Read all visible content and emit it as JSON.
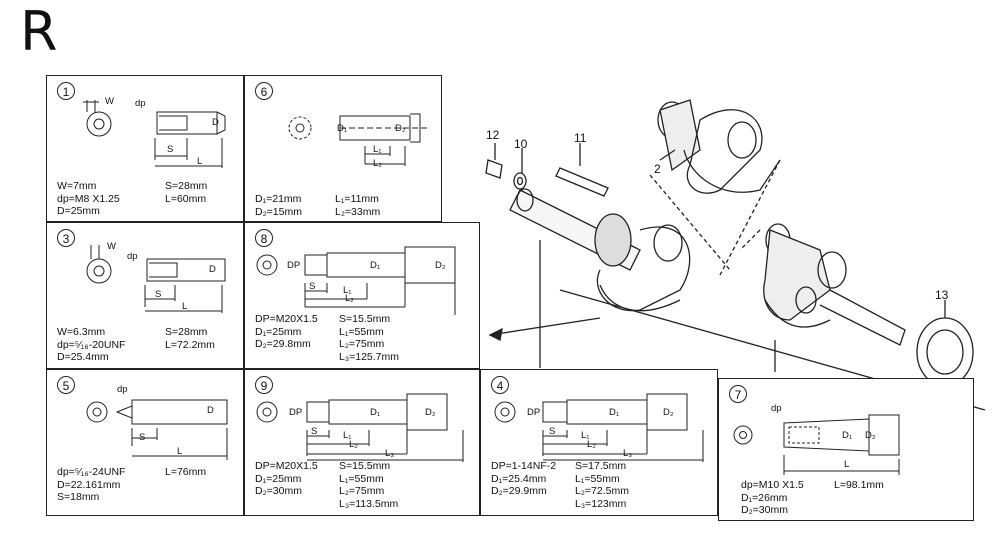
{
  "section_letter": "R",
  "panels": {
    "p1": {
      "number": "1",
      "w": "W",
      "dp": "dp",
      "d": "D",
      "s": "S",
      "l": "L",
      "specs": [
        "W=7mm",
        "dp=M8 X1.25",
        "D=25mm"
      ],
      "specs2": [
        "S=28mm",
        "L=60mm"
      ]
    },
    "p6": {
      "number": "6",
      "d1": "D₁",
      "d2": "D₂",
      "l1": "L₁",
      "l2": "L₂",
      "specs": [
        "D₁=21mm",
        "D₂=15mm"
      ],
      "specs2": [
        "L₁=11mm",
        "L₂=33mm"
      ]
    },
    "p3": {
      "number": "3",
      "w": "W",
      "dp": "dp",
      "d": "D",
      "s": "S",
      "l": "L",
      "specs": [
        "W=6.3mm",
        "dp=⁵⁄₁₆-20UNF",
        "D=25.4mm"
      ],
      "specs2": [
        "S=28mm",
        "L=72.2mm"
      ]
    },
    "p8": {
      "number": "8",
      "dp": "DP",
      "s": "S",
      "d1": "D₁",
      "d2": "D₂",
      "l1": "L₁",
      "l2": "L₂",
      "specs": [
        "DP=M20X1.5",
        "D₁=25mm",
        "D₂=29.8mm"
      ],
      "specs2": [
        "S=15.5mm",
        "L₁=55mm",
        "L₂=75mm",
        "L₃=125.7mm"
      ]
    },
    "p5": {
      "number": "5",
      "dp": "dp",
      "d": "D",
      "s": "S",
      "l": "L",
      "specs": [
        "dp=⁵⁄₁₆-24UNF",
        "D=22.161mm",
        "S=18mm"
      ],
      "specs2": [
        "L=76mm"
      ]
    },
    "p9": {
      "number": "9",
      "dp": "DP",
      "s": "S",
      "d1": "D₁",
      "d2": "D₂",
      "l1": "L₁",
      "l2": "L₂",
      "l3": "L₃",
      "specs": [
        "DP=M20X1.5",
        "D₁=25mm",
        "D₂=30mm"
      ],
      "specs2": [
        "S=15.5mm",
        "L₁=55mm",
        "L₂=75mm",
        "L₃=113.5mm"
      ]
    },
    "p4": {
      "number": "4",
      "dp": "DP",
      "s": "S",
      "d1": "D₁",
      "d2": "D₂",
      "l1": "L₁",
      "l2": "L₂",
      "l3": "L₃",
      "specs": [
        "DP=1-14NF-2",
        "D₁=25.4mm",
        "D₂=29.9mm"
      ],
      "specs2": [
        "S=17.5mm",
        "L₁=55mm",
        "L₂=72.5mm",
        "L₃=123mm"
      ]
    },
    "p7": {
      "number": "7",
      "dp": "dp",
      "d1": "D₁",
      "d2": "D₂",
      "l": "L",
      "specs": [
        "dp=M10 X1.5",
        "D₁=26mm",
        "D₂=30mm"
      ],
      "specs2": [
        "L=98.1mm"
      ]
    }
  },
  "callouts": {
    "c12": "12",
    "c10": "10",
    "c11": "11",
    "c2": "2",
    "c13": "13"
  }
}
